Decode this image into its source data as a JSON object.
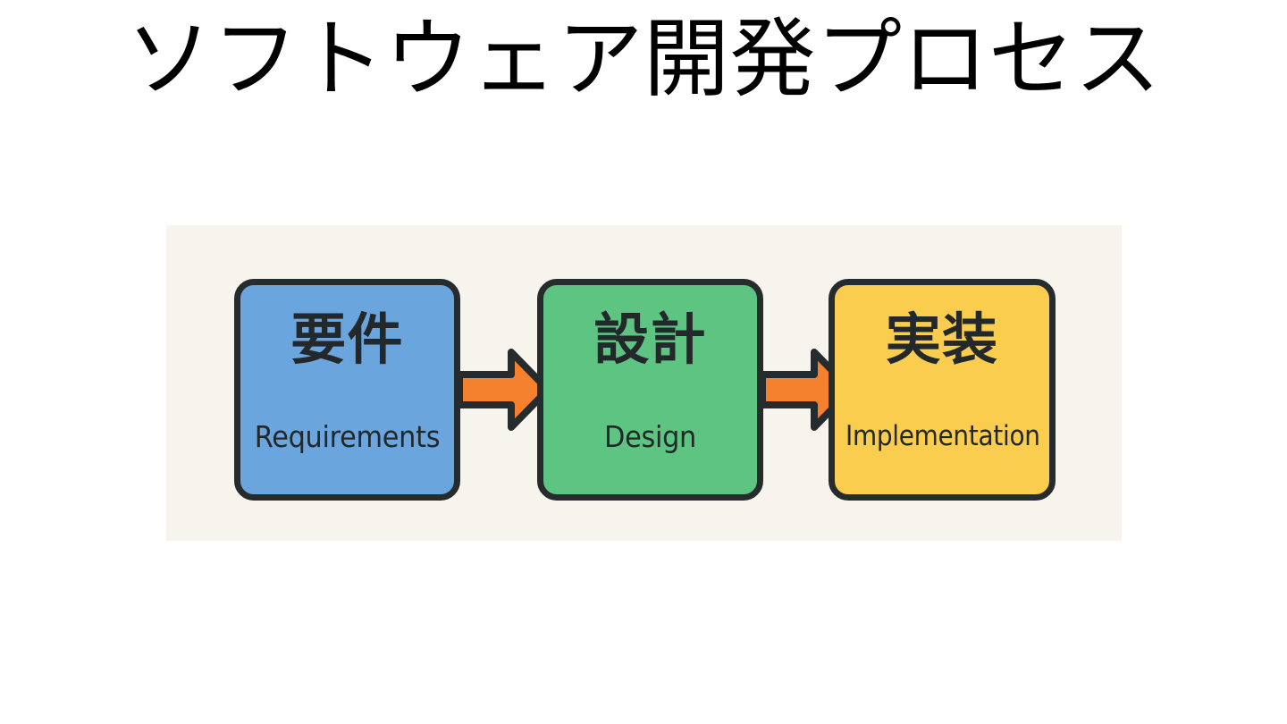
{
  "slide": {
    "title": "ソフトウェア開発プロセス",
    "background_color": "#ffffff"
  },
  "diagram": {
    "canvas_color": "#f7f4ed",
    "outline_color": "#262b2e",
    "arrow_color": "#f5812f",
    "orientation": "left-to-right",
    "nodes": [
      {
        "id": "requirements",
        "jp": "要件",
        "en": "Requirements",
        "color": "#6aa6dd"
      },
      {
        "id": "design",
        "jp": "設計",
        "en": "Design",
        "color": "#5ec482"
      },
      {
        "id": "implementation",
        "jp": "実装",
        "en": "Implementation",
        "color": "#facd4e"
      }
    ],
    "arrows": [
      {
        "id": "arrow-requirements-to-design",
        "from": "requirements",
        "to": "design",
        "icon": "right-arrow-icon"
      },
      {
        "id": "arrow-design-to-implementation",
        "from": "design",
        "to": "implementation",
        "icon": "right-arrow-icon"
      }
    ]
  }
}
